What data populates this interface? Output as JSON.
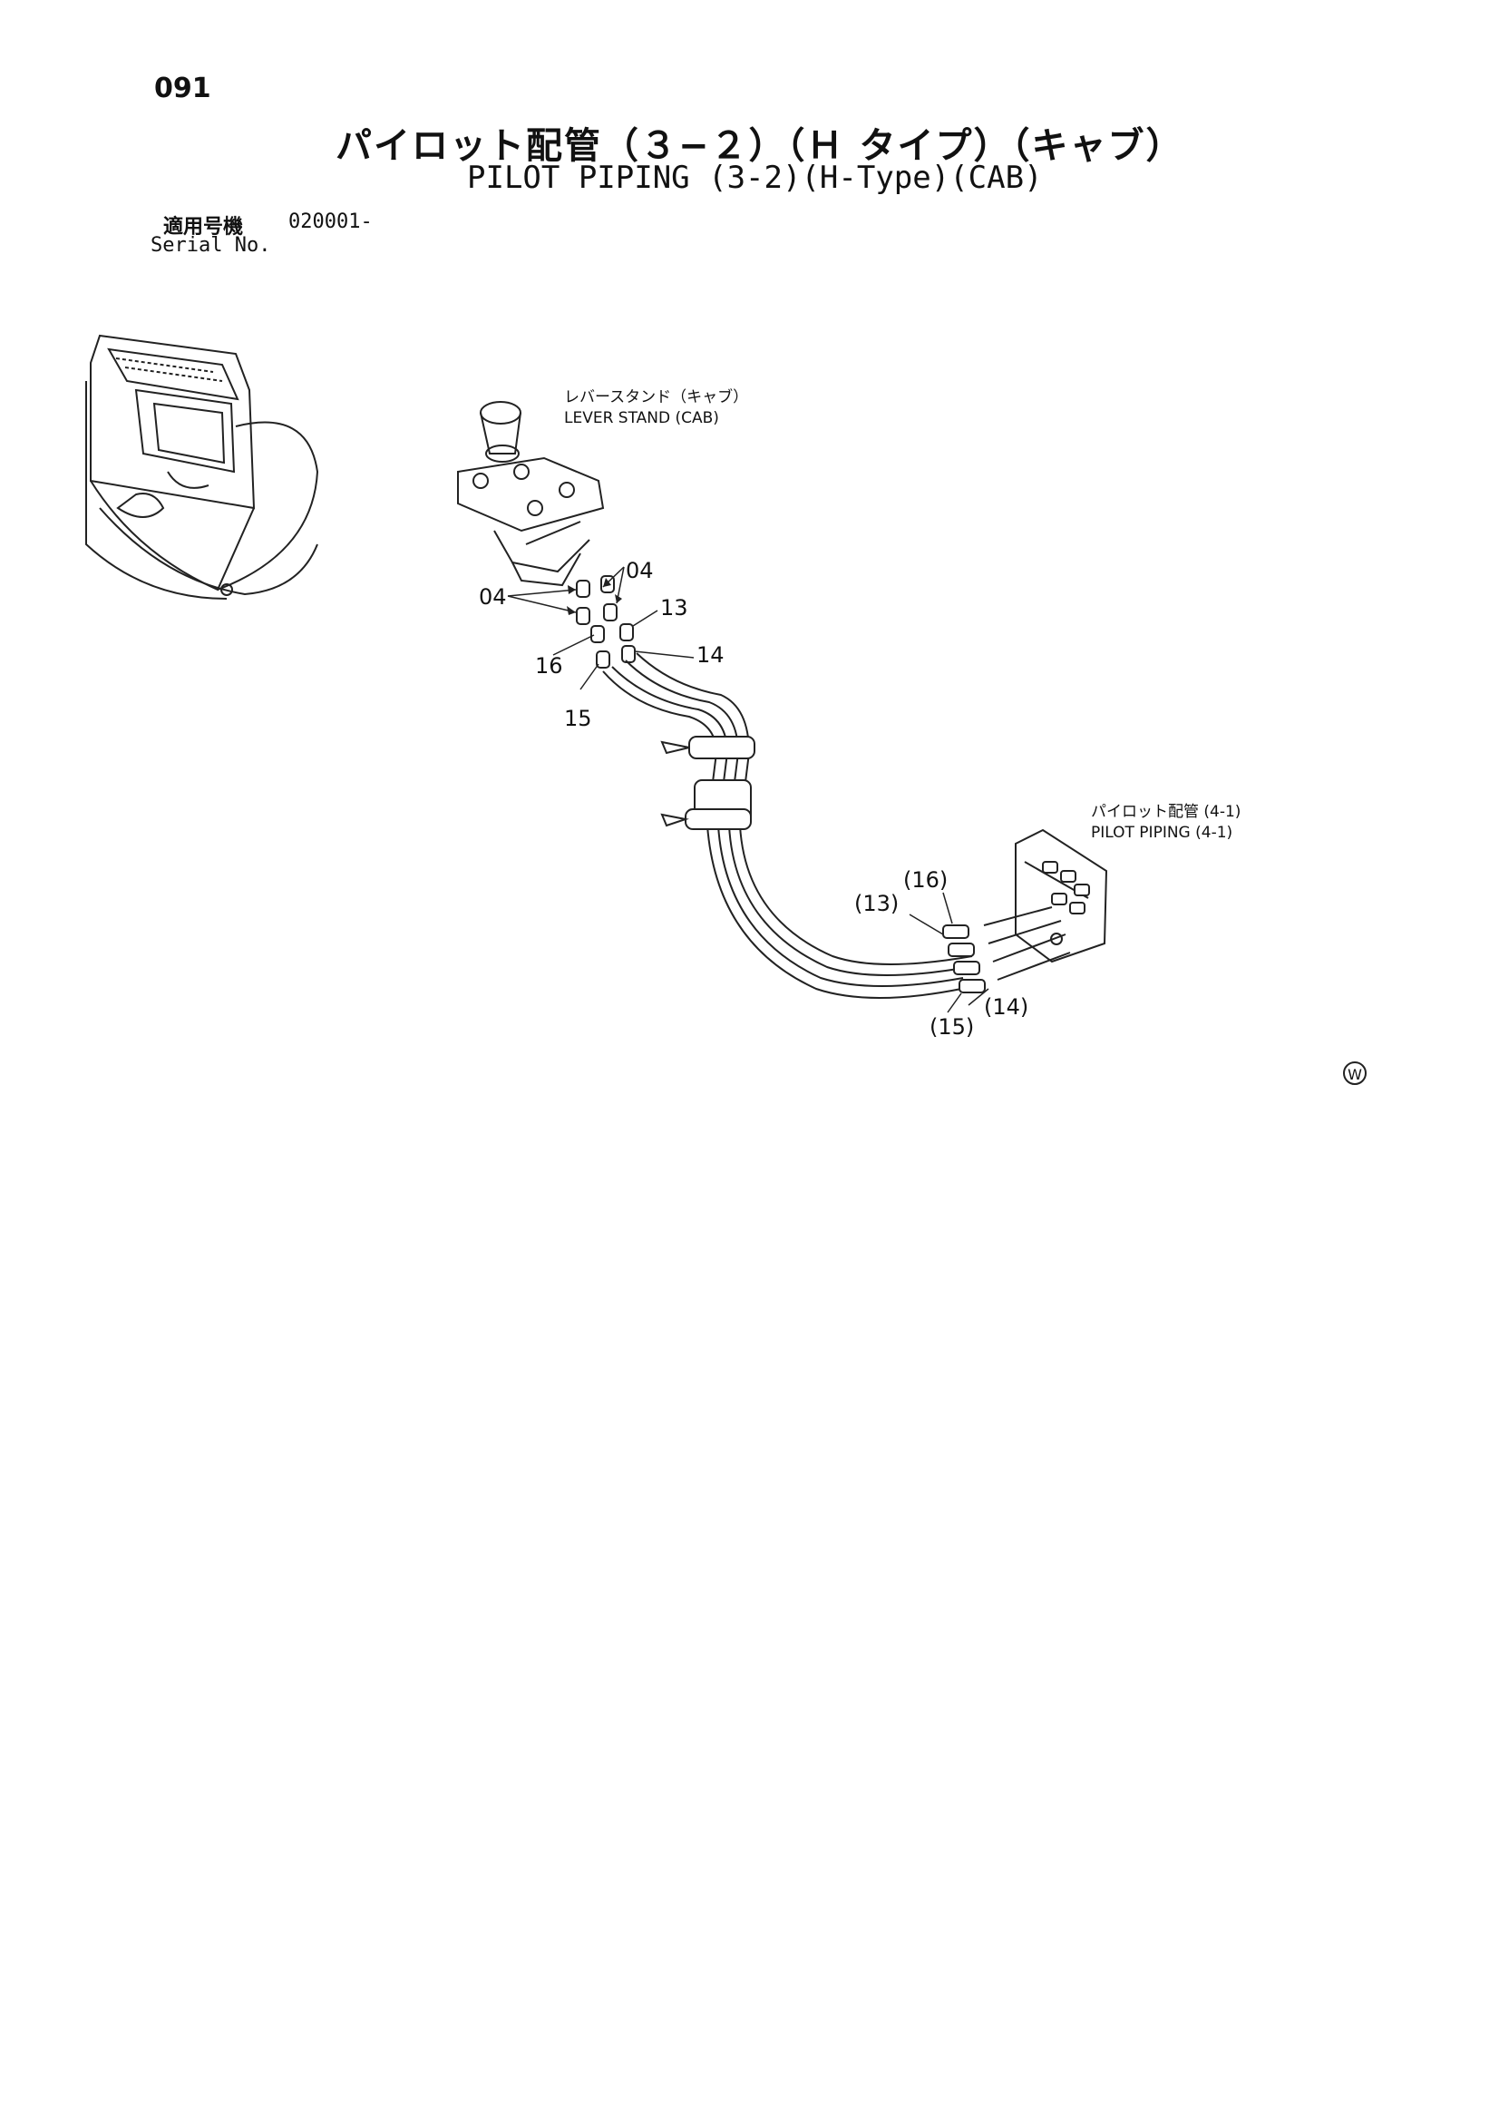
{
  "header": {
    "page_number": "091",
    "title_jp": "パイロット配管（３−２）（Ｈ タイプ）（キャブ）",
    "title_en": "PILOT PIPING (3-2)(H-Type)(CAB)",
    "serial_label_jp": "適用号機",
    "serial_value": "020001-",
    "serial_label_en": "Serial No."
  },
  "diagram": {
    "lever_stand_jp": "レバースタンド（キャブ）",
    "lever_stand_en": "LEVER STAND (CAB)",
    "pilot_piping_jp": "パイロット配管 (4-1)",
    "pilot_piping_en": "PILOT PIPING (4-1)",
    "callouts": {
      "c04_left": "04",
      "c04_right": "04",
      "c13": "13",
      "c14": "14",
      "c15": "15",
      "c16": "16",
      "p13": "(13)",
      "p14": "(14)",
      "p15": "(15)",
      "p16": "(16)"
    },
    "mark": "W"
  }
}
